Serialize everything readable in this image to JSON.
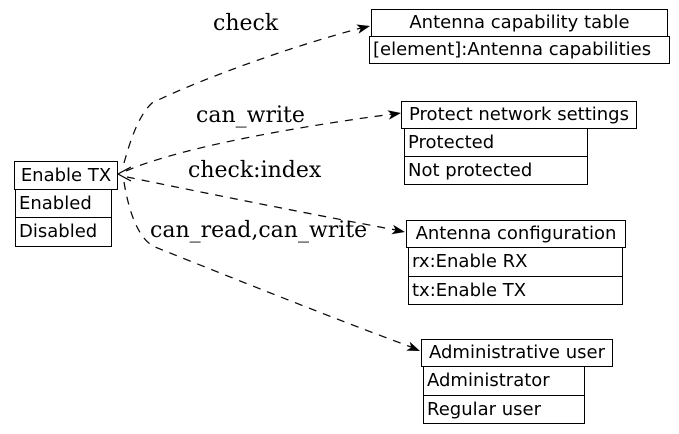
{
  "diagram": {
    "colors": {
      "background": "#ffffff",
      "line": "#000000",
      "text": "#000000"
    },
    "nodes": [
      {
        "id": "enable-tx",
        "title": "Enable TX",
        "rows": [
          "Enabled",
          "Disabled"
        ]
      },
      {
        "id": "antenna-capability-table",
        "title": "Antenna capability table",
        "rows": [
          "[element]:Antenna capabilities"
        ]
      },
      {
        "id": "protect-network-settings",
        "title": "Protect network settings",
        "rows": [
          "Protected",
          "Not protected"
        ]
      },
      {
        "id": "antenna-configuration",
        "title": "Antenna configuration",
        "rows": [
          "rx:Enable RX",
          "tx:Enable TX"
        ]
      },
      {
        "id": "administrative-user",
        "title": "Administrative user",
        "rows": [
          "Administrator",
          "Regular user"
        ]
      }
    ],
    "edges": [
      {
        "label": "check",
        "from": "enable-tx",
        "to": "antenna-capability-table",
        "style": "dashed",
        "arrowheads": "both"
      },
      {
        "label": "can_write",
        "from": "enable-tx",
        "to": "protect-network-settings",
        "style": "dashed",
        "arrowheads": "both"
      },
      {
        "label": "check:index",
        "from": "enable-tx",
        "to": "antenna-configuration",
        "style": "dashed",
        "arrowheads": "both"
      },
      {
        "label": "can_read,can_write",
        "from": "enable-tx",
        "to": "administrative-user",
        "style": "dashed",
        "arrowheads": "both"
      }
    ]
  }
}
